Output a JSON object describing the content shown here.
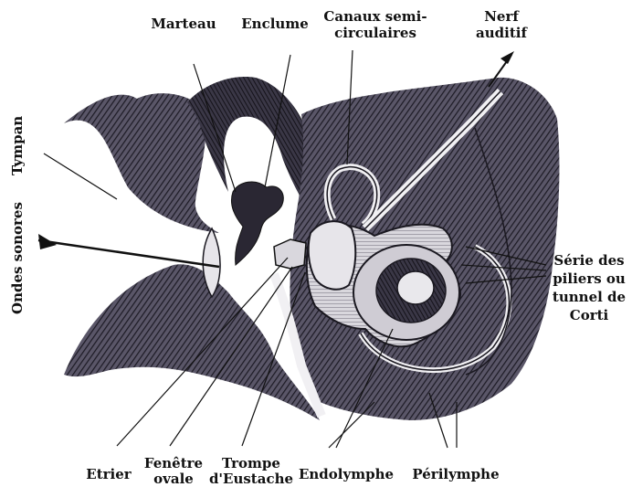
{
  "labels": {
    "marteau": "Marteau",
    "enclume": "Enclume",
    "canaux_line1": "Canaux semi-",
    "canaux_line2": "circulaires",
    "nerf_line1": "Nerf",
    "nerf_line2": "auditif",
    "tympan": "Tympan",
    "ondes": "Ondes sonores",
    "serie_line1": "Série des",
    "serie_line2": "piliers ou",
    "serie_line3": "tunnel de",
    "serie_line4": "Corti",
    "etrier": "Etrier",
    "fenetre_line1": "Fenêtre",
    "fenetre_line2": "ovale",
    "trompe_line1": "Trompe",
    "trompe_line2": "d'Eustache",
    "endolymphe": "Endolymphe",
    "perilymphe": "Périlymphe"
  },
  "colors": {
    "ink": "#111111",
    "shade": "#2b2833",
    "paper": "#ffffff"
  }
}
